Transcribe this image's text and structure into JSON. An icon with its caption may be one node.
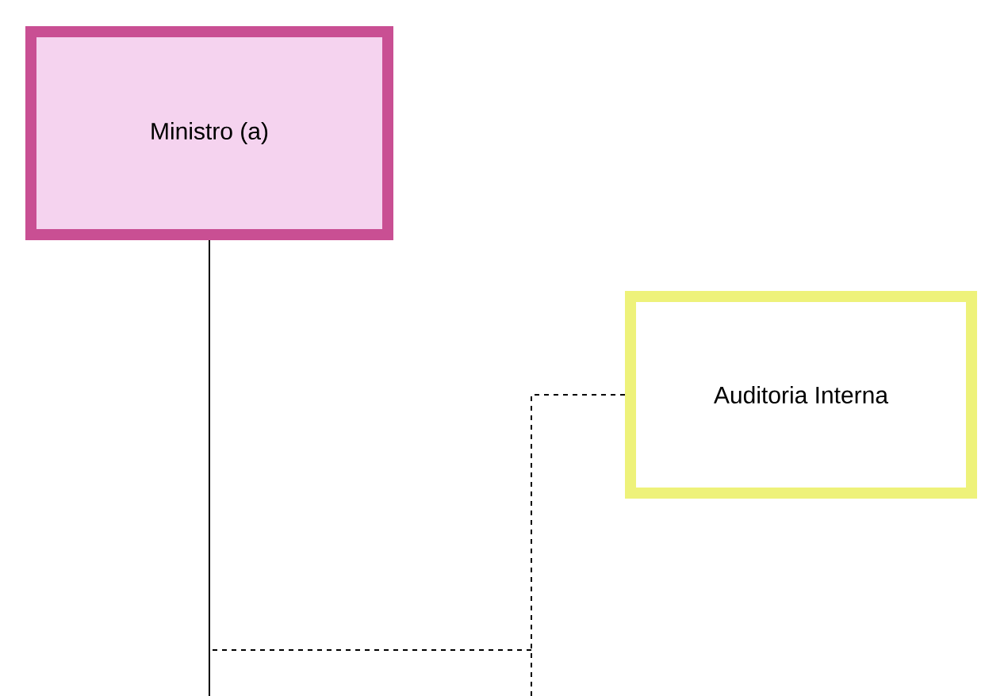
{
  "diagram": {
    "nodes": [
      {
        "text": [
          "Ministro (a)"
        ]
      },
      {
        "text": [
          "Auditoria Interna"
        ]
      }
    ],
    "edges": [
      {
        "from": 0,
        "to": null,
        "arrow": "none"
      },
      {
        "from": 1,
        "to": null,
        "arrow": "none",
        "style": "dashed"
      }
    ]
  }
}
